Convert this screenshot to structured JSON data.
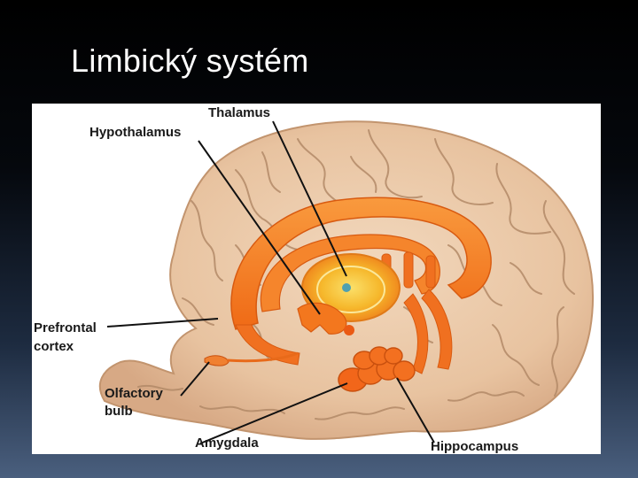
{
  "slide": {
    "title": "Limbický systém"
  },
  "figure": {
    "labels": {
      "thalamus": "Thalamus",
      "hypothalamus": "Hypothalamus",
      "prefrontal_line1": "Prefrontal",
      "prefrontal_line2": "cortex",
      "olfactory_line1": "Olfactory",
      "olfactory_line2": "bulb",
      "amygdala": "Amygdala",
      "hippocampus": "Hippocampus"
    },
    "colors": {
      "brain": "#e9c7a4",
      "gyri_lines": "#b38a68",
      "limbic": "#f3771e",
      "limbic_light": "#f9a24a",
      "thalamus_core": "#f6b82c"
    }
  }
}
